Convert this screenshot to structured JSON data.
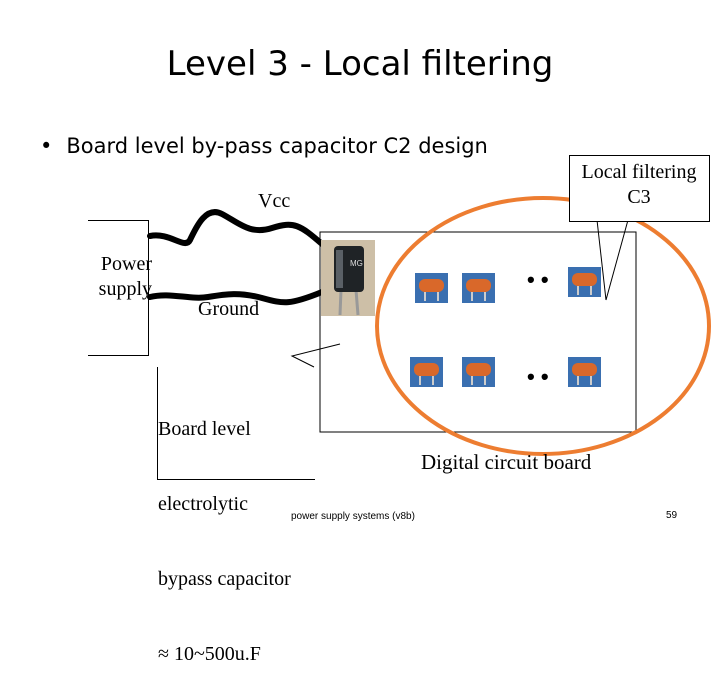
{
  "slide": {
    "title": "Level 3 - Local filtering",
    "bullet_symbol": "•",
    "bullet": "Board level by-pass capacitor C2 design"
  },
  "diagram": {
    "vcc": "Vcc",
    "ground": "Ground",
    "power_supply": [
      "Power",
      "supply"
    ],
    "local_filtering": [
      "Local filtering",
      "C3"
    ],
    "electrolytic_callout": [
      "Board level",
      "electrolytic",
      "bypass capacitor",
      "≈ 10~500u.F"
    ],
    "board": "Digital circuit board",
    "capacitor_label": "MG",
    "ellipsis_top": "• •",
    "ellipsis_bottom": "• •",
    "colors": {
      "ellipse_stroke": "#ED7D31",
      "ceramic_body": "#D9682A",
      "ceramic_back": "#3A6FB0",
      "wire": "#000000"
    }
  },
  "footer": {
    "text": "power supply systems (v8b)",
    "page": "59"
  }
}
